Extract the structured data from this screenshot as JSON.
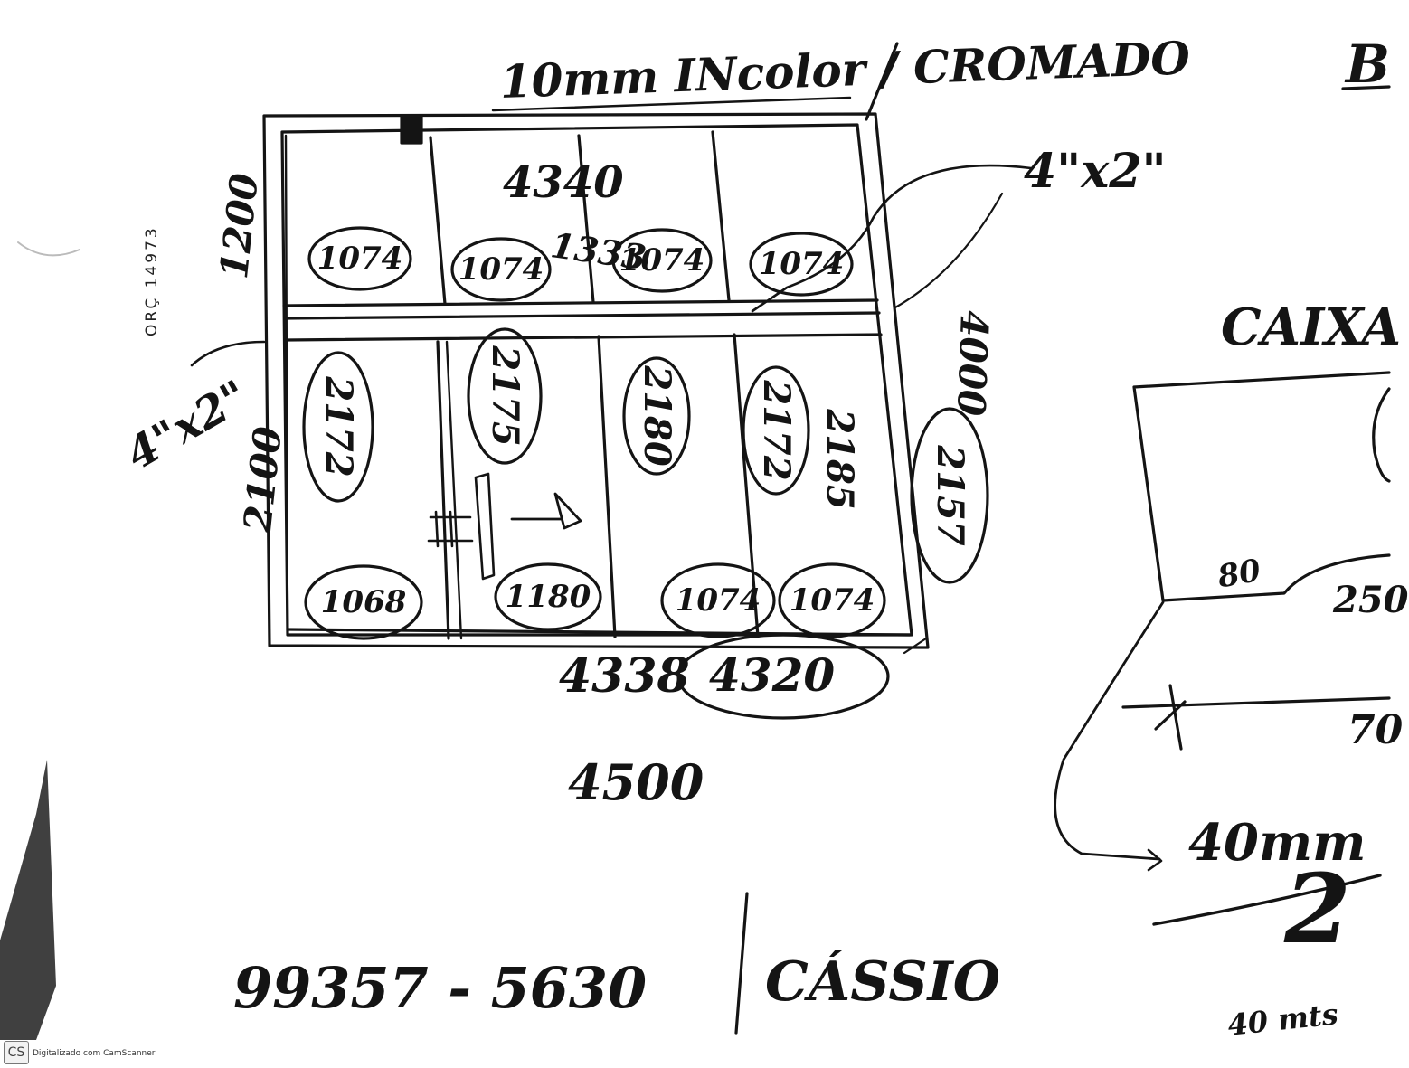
{
  "header": {
    "spec": "10mm INcolor / CROMADO",
    "right_letter": "B"
  },
  "order_ref": "ORÇ 14973",
  "dimensions": {
    "top_width": "4340",
    "top_width_alt": "1333",
    "top_height": "1200",
    "left_height": "2100",
    "right_height": "4000",
    "bottom_width": "4338",
    "bottom_width_alt": "4320",
    "total_width": "4500",
    "profile_top": "4\"x2\"",
    "profile_left": "4\"x2\""
  },
  "upper_panels": [
    "1074",
    "1074",
    "1074",
    "1074"
  ],
  "lower_heights": [
    "2172",
    "2175",
    "2180",
    "2172",
    "2185",
    "2157"
  ],
  "lower_widths": [
    "1068",
    "1180",
    "1074",
    "1074"
  ],
  "contact": {
    "phone": "99357 - 5630",
    "name": "CÁSSIO"
  },
  "detail": {
    "title": "CAIXA",
    "left_dim": "80",
    "right_dim": "250",
    "bottom_dim": "70",
    "thickness": "40mm",
    "number": "2",
    "footer": "40 mts"
  },
  "scanner": {
    "logo": "CS",
    "note": "Digitalizado com CamScanner"
  }
}
